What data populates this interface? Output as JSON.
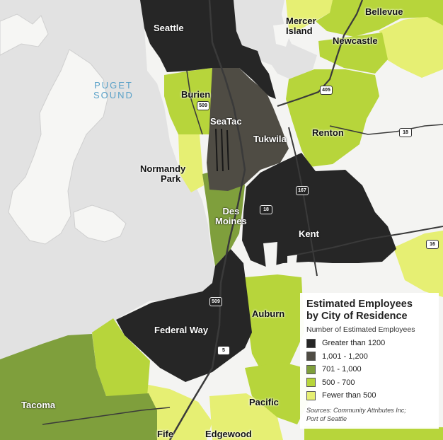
{
  "colors": {
    "water": "#e4e4e4",
    "land": "#f4f4f2",
    "greater_than_1200": "#262626",
    "c1001_1200": "#4f4c44",
    "c701_1000": "#7f9f3c",
    "c500_700": "#b7d53b",
    "fewer_than_500": "#e6ef73",
    "road": "#3a3a3a",
    "water_label": "#5aa1c8"
  },
  "water_label": "PUGET\nSOUND",
  "cities": [
    {
      "name": "Seattle",
      "tone": "light"
    },
    {
      "name": "Mercer\nIsland",
      "tone": "dark"
    },
    {
      "name": "Bellevue",
      "tone": "dark"
    },
    {
      "name": "Newcastle",
      "tone": "dark"
    },
    {
      "name": "Burien",
      "tone": "dark"
    },
    {
      "name": "SeaTac",
      "tone": "light"
    },
    {
      "name": "Tukwila",
      "tone": "light"
    },
    {
      "name": "Renton",
      "tone": "dark"
    },
    {
      "name": "Normandy\nPark",
      "tone": "dark"
    },
    {
      "name": "Des\nMoines",
      "tone": "light"
    },
    {
      "name": "Kent",
      "tone": "light"
    },
    {
      "name": "Auburn",
      "tone": "dark"
    },
    {
      "name": "Federal Way",
      "tone": "light"
    },
    {
      "name": "Tacoma",
      "tone": "light"
    },
    {
      "name": "Pacific",
      "tone": "dark"
    },
    {
      "name": "Fife",
      "tone": "dark"
    },
    {
      "name": "Edgewood",
      "tone": "dark"
    }
  ],
  "shields": [
    "405",
    "509",
    "18",
    "167",
    "509",
    "5",
    "18",
    "16"
  ],
  "legend": {
    "title": "Estimated Employees\nby City of Residence",
    "subtitle": "Number of Estimated Employees",
    "items": [
      {
        "label": "Greater than 1200",
        "color": "#262626"
      },
      {
        "label": "1,001 - 1,200",
        "color": "#4f4c44"
      },
      {
        "label": "701 - 1,000",
        "color": "#7f9f3c"
      },
      {
        "label": "500 - 700",
        "color": "#b7d53b"
      },
      {
        "label": "Fewer than 500",
        "color": "#e6ef73"
      }
    ],
    "source": "Sources: Community Attributes Inc;\nPort of Seattle"
  }
}
